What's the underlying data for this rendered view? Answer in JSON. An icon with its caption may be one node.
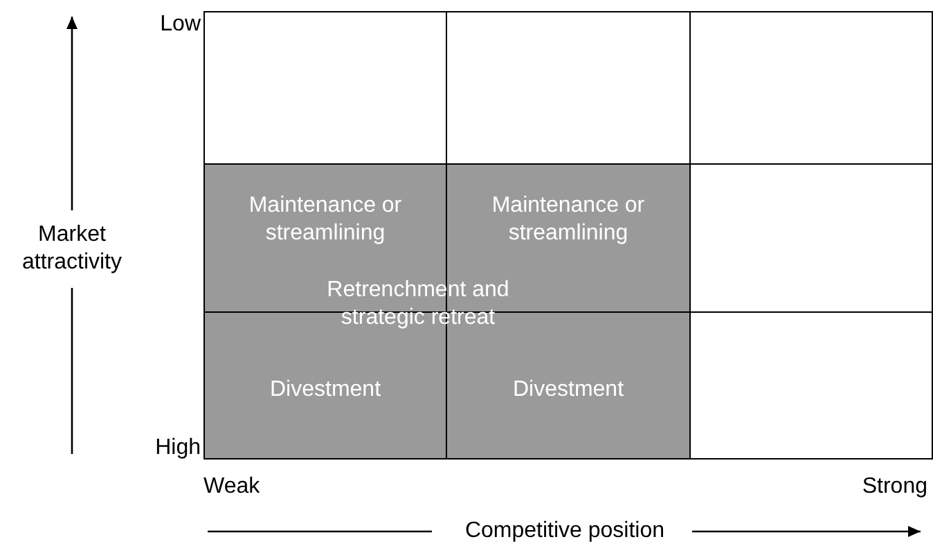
{
  "diagram": {
    "nodes": [
      {
        "text": [],
        "shape": "box"
      },
      {
        "text": [],
        "shape": "box"
      },
      {
        "text": [],
        "shape": "box"
      },
      {
        "text": [
          "Maintenance or streamlining"
        ]
      },
      {
        "text": [
          "Maintenance or streamlining"
        ]
      },
      {
        "text": [],
        "shape": "box"
      },
      {
        "text": [
          "Divestment"
        ]
      },
      {
        "text": [
          "Divestment"
        ]
      },
      {
        "text": [],
        "shape": "box"
      }
    ],
    "edges": [],
    "labels": [
      "Low",
      "Market attractivity",
      "Retrenchment and strategic retreat",
      "High",
      "Weak",
      "Strong",
      "Competitive position"
    ]
  }
}
